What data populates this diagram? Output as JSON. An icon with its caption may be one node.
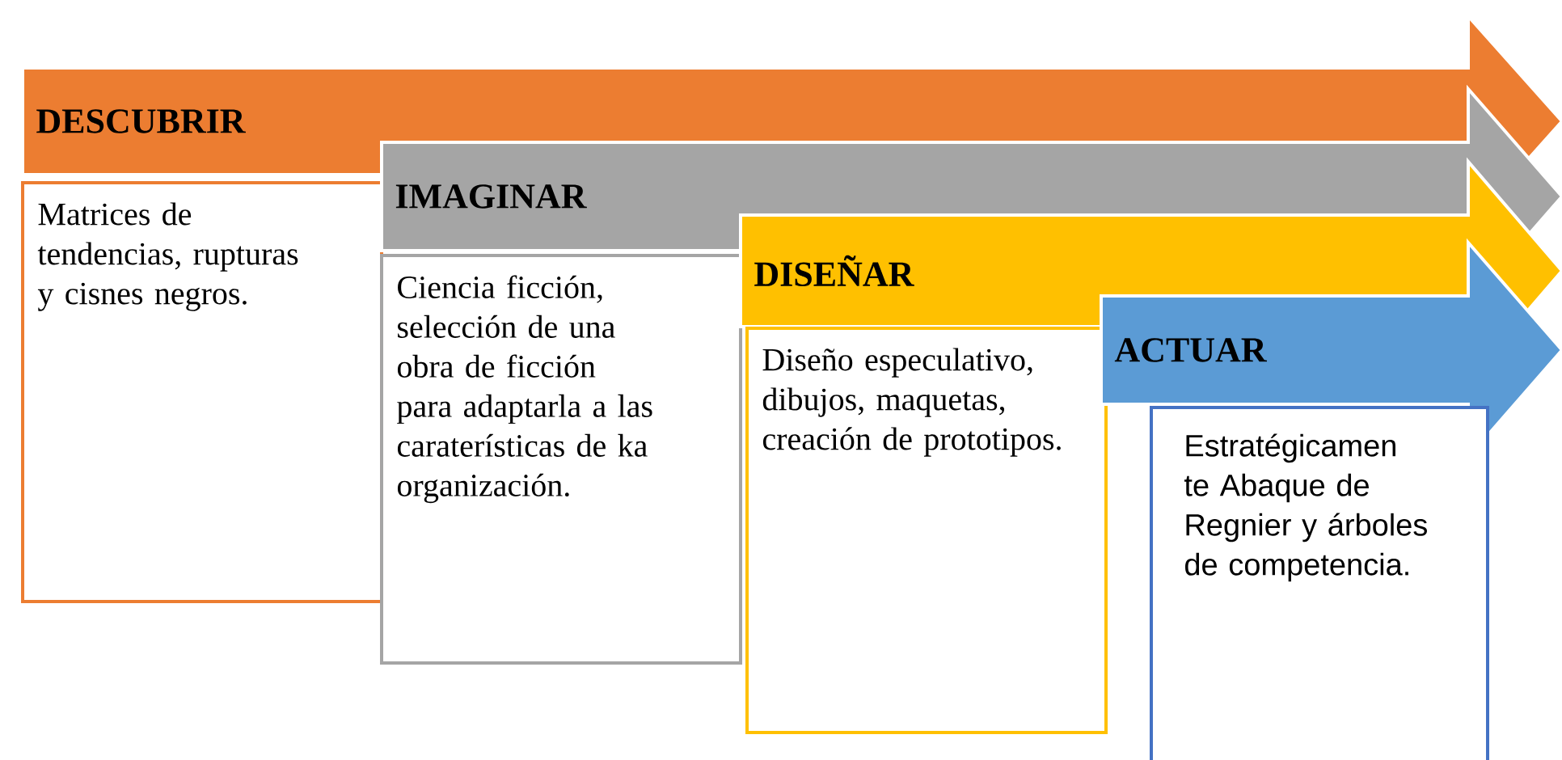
{
  "diagram": {
    "nodes": [
      {
        "text": [
          "DESCUBRIR"
        ]
      },
      {
        "text": [
          "Matrices de tendencias, rupturas y cisnes negros."
        ]
      },
      {
        "text": [
          "IMAGINAR"
        ]
      },
      {
        "text": [
          "Ciencia ficción, selección de una obra de ficción para adaptarla a las caraterísticas de ka organización."
        ]
      },
      {
        "text": [
          "DISEÑAR"
        ]
      },
      {
        "text": [
          "Diseño especulativo, dibujos, maquetas, creación de prototipos."
        ]
      },
      {
        "text": [
          "ACTUAR"
        ]
      },
      {
        "text": [
          "Estratégicamen te Abaque de Regnier y árboles de competencia."
        ]
      }
    ]
  }
}
